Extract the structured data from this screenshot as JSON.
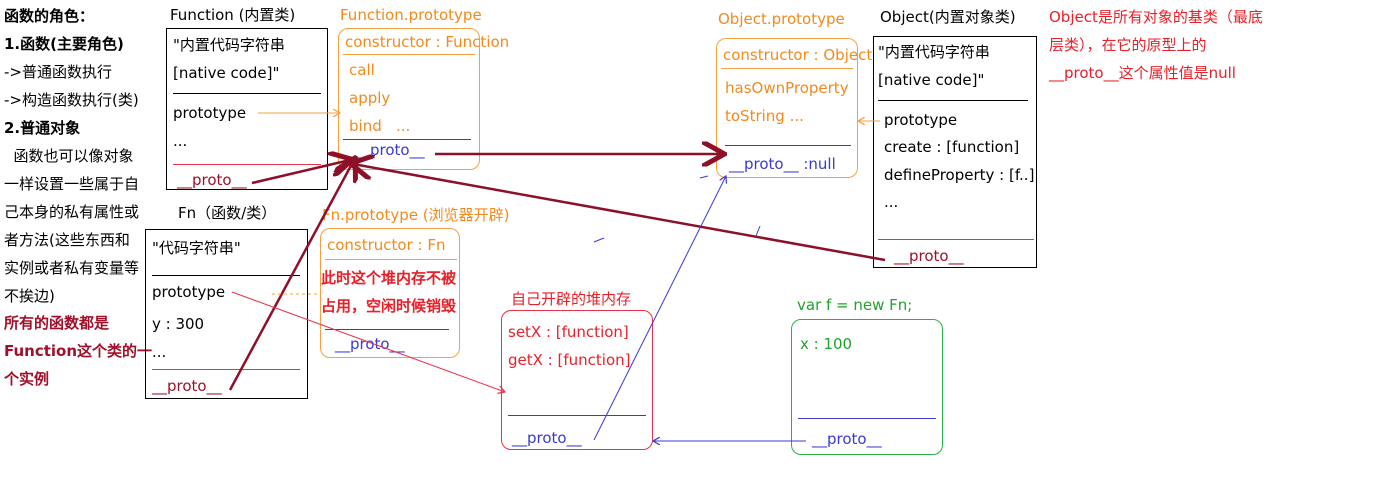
{
  "left_notes": {
    "title": "函数的角色：",
    "role1": "1.函数(主要角色)",
    "role1_a": "->普通函数执行",
    "role1_b": "->构造函数执行(类)",
    "role2": "2.普通对象",
    "role2_l1": "  函数也可以像对象",
    "role2_l2": "一样设置一些属于自",
    "role2_l3": "己本身的私有属性或",
    "role2_l4": "者方法(这些东西和",
    "role2_l5": "实例或者私有变量等",
    "role2_l6": "不挨边)",
    "red_l1": "所有的函数都是",
    "red_l2": "Function这个类的一",
    "red_l3": "个实例"
  },
  "function_box": {
    "title": "Function (内置类)",
    "line1": "\"内置代码字符串",
    "line2": "[native code]\"",
    "prototype": "prototype",
    "dots": "...",
    "proto": "__proto__"
  },
  "function_prototype": {
    "title": "Function.prototype",
    "constructor": "constructor : Function",
    "call": "call",
    "apply": "apply",
    "bind": "bind   ...",
    "proto": "__proto__"
  },
  "object_prototype": {
    "title": "Object.prototype",
    "constructor": "constructor : Object",
    "has_own": "hasOwnProperty",
    "to_string": "toString ...",
    "proto": "__proto__ :null"
  },
  "object_box": {
    "title": "Object(内置对象类)",
    "line1": "\"内置代码字符串",
    "line2": "[native code]\"",
    "prototype": "prototype",
    "create": "create : [function]",
    "define": "defineProperty : [f..]",
    "dots": "...",
    "proto": "__proto__"
  },
  "object_note": {
    "l1": "Object是所有对象的基类（最底",
    "l2": "层类），在它的原型上的",
    "l3": "__proto__这个属性值是null"
  },
  "fn_box": {
    "title": "Fn（函数/类）",
    "line1": "\"代码字符串\"",
    "prototype": "prototype",
    "y": "y : 300",
    "dots": "...",
    "proto": "__proto__"
  },
  "fn_prototype": {
    "title": "Fn.prototype (浏览器开辟)",
    "constructor": "constructor : Fn",
    "note_l1": "此时这个堆内存不被",
    "note_l2": "占用，空闲时候销毁",
    "proto": "__proto__"
  },
  "heap": {
    "title": "自己开辟的堆内存",
    "setx": "setX : [function]",
    "getx": "getX : [function]",
    "proto": "__proto__"
  },
  "instance": {
    "title": "var f = new Fn;",
    "x": "x : 100",
    "proto": "__proto__"
  }
}
